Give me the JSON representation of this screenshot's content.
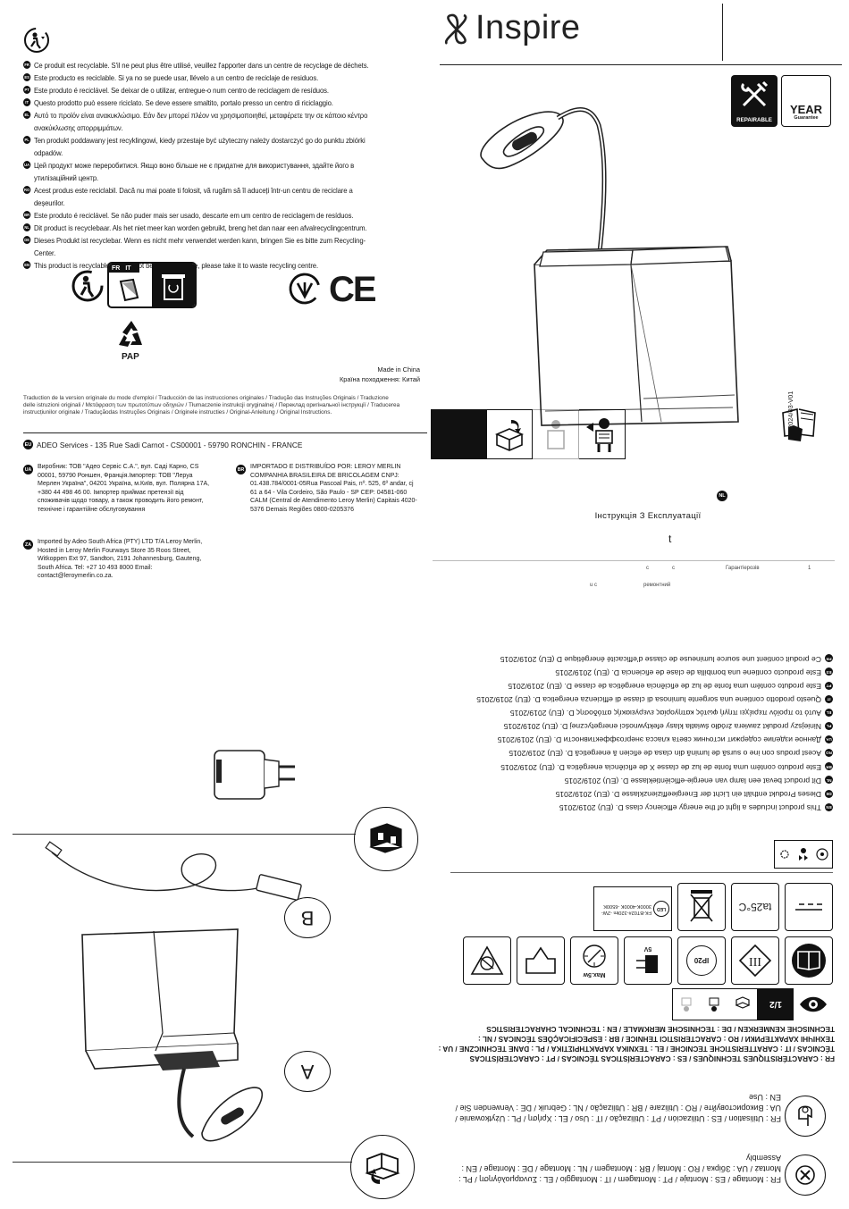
{
  "brand": {
    "name": "Inspire",
    "doc_code": "2024/03-V01"
  },
  "recycling_statements": [
    {
      "code": "FR",
      "text": "Ce produit est recyclable. S'il ne peut plus être utilisé, veuillez l'apporter dans un centre de recyclage de déchets."
    },
    {
      "code": "ES",
      "text": "Este producto es reciclable. Si ya no se puede usar, llévelo a un centro de reciclaje de residuos."
    },
    {
      "code": "PT",
      "text": "Este produto é reciclável. Se deixar de o utilizar, entregue-o num centro de reciclagem de resíduos."
    },
    {
      "code": "IT",
      "text": "Questo prodotto può essere riciclato. Se deve essere smaltito, portalo presso un centro di riciclaggio."
    },
    {
      "code": "EL",
      "text": "Αυτό το προϊόν είναι ανακυκλώσιμο. Εάν δεν μπορεί πλέον να χρησιμοποιηθεί, μεταφέρετε την σε κάποιο κέντρο ανακύκλωσης απορριμμάτων."
    },
    {
      "code": "PL",
      "text": "Ten produkt poddawany jest recyklingowi, kiedy przestaje być użyteczny należy dostarczyć go do punktu zbiórki odpadów."
    },
    {
      "code": "UA",
      "text": "Цей продукт може переробитися. Якщо воно більше не є придатне для використування, здайте його в утилізаційний центр."
    },
    {
      "code": "RO",
      "text": "Acest produs este reciclabil. Dacă nu mai poate ti folosit, vă rugăm să îl aduceți într-un centru de reciclare a deșeurilor."
    },
    {
      "code": "BR",
      "text": "Este produto é reciclável. Se não puder mais ser usado, descarte em um centro de reciclagem de resíduos."
    },
    {
      "code": "NL",
      "text": "Dit product is recyclebaar. Als het niet meer kan worden gebruikt, breng het dan naar een afvalrecyclingcentrum."
    },
    {
      "code": "DE",
      "text": "Dieses Produkt ist recyclebar. Wenn es nicht mehr verwendet werden kann, bringen Sie es bitte zum Recycling-Center."
    },
    {
      "code": "EN",
      "text": "This product is recyclable. If it cannot be used anymore, please take it to waste recycling centre."
    }
  ],
  "marks": {
    "triman_tab": "FR",
    "triman_tab2": "IT",
    "pap": "PAP",
    "ce": "CE"
  },
  "origin": {
    "made_in": "Made in China",
    "made_in_ua": "Країна походження: Китай"
  },
  "translation_note": "Traduction de la version originale du mode d'emploi / Traducción de las instrucciones originales / Tradução das Instruções Originais / Traduzione delle istruzioni originali / Μετάφραση των πρωτοτύπων οδηγιών / Tłumaczenie instrukcji oryginalnej / Переклад оригінальної інструкції / Traducerea instrucțiunilor originale / Traduçãodas Instruções Originais / Originele instructies / Original-Anleitung / Original Instructions.",
  "manufacturer": {
    "code": "EU",
    "text": "ADEO Services - 135 Rue Sadi Carnot - CS00001 - 59790  RONCHIN - FRANCE"
  },
  "importers": {
    "ua": {
      "code": "UA",
      "text": "Виробник: ТОВ \"Адео Сервіс С.А.\", вул. Саді Карно, CS 00001, 59790 Роншен, Франція.Імпортер: ТОВ \"Леруа Мерлен Україна\", 04201 Україна, м.Київ, вул. Полярна 17А, +380 44 498 46 00. Імпортер приймає претензії від споживачів щодо товару, а також проводить його ремонт, технічне і гарантійне обслуговування"
    },
    "br": {
      "code": "BR",
      "text": "IMPORTADO E DISTRIBUÍDO POR: LEROY MERLIN COMPANHIA BRASILEIRA DE BRICOLAGEM CNPJ: 01.438.784/0001-05Rua Pascoal Pais, nº. 525, 6º andar, cj 61 a 64 - Vila Cordeiro, São Paulo - SP CEP: 04581-060 CALM (Central de Atendimento Leroy Merlin) Capitais 4020-5376 Demais Regiões 0800-0205376"
    },
    "za": {
      "code": "ZA",
      "text": "Imported by Adeo South Africa (PTY) LTD T/A Leroy Merlin, Hosted in Leroy Merlin Fourways Store 35 Roos Street, Witkoppen Ext 97, Sandton, 2191 Johannesburg, Gauteng, South Africa. Tel: +27 10 493 8000  Email: contact@leroymerlin.co.za."
    }
  },
  "badges": {
    "repairable": "REPAIRABLE",
    "year": "YEAR",
    "guarantee": "Guarantee"
  },
  "cover_text": {
    "nl": "NL",
    "ua_title": "Інструкція З Експлуатації",
    "t": "t",
    "guarantee_ua": "Гарантіерозів",
    "c1": "с",
    "c2": "с",
    "one": "1",
    "uc": "u  c",
    "repair_ua": "ремонтний"
  },
  "energy_statements": [
    {
      "code": "EN",
      "text": "This product includes a light of the energy efficiency class D. (EU) 2019/2015"
    },
    {
      "code": "DE",
      "text": "Dieses Produkt enthält ein Licht der Energieeffizienzklasse D. (EU) 2019/2015"
    },
    {
      "code": "NL",
      "text": "Dit product bevat een lamp van energie-efficiëntieklasse D. (EU) 2019/2015"
    },
    {
      "code": "BR",
      "text": "Este produto contém uma fonte de luz de classe X de eficiência energética D. (EU) 2019/2015"
    },
    {
      "code": "RO",
      "text": "Acest produs con  ine o sursă de lumină din clasa de eficien  ă energetică D. (EU) 2019/2015"
    },
    {
      "code": "UA",
      "text": "Данное изделие содержит источник света класса энергоэффективности D. (EU) 2019/2015"
    },
    {
      "code": "PL",
      "text": "Niniejszy produkt zawiera źródło światła klasy efektywności energetycznej D. (EU) 2019/2015"
    },
    {
      "code": "EL",
      "text": "Αυτό το προϊόν περιέχει πηγή φωτός κατηγορίας ενεργειακής απόδοσης D. (EU) 2019/2015"
    },
    {
      "code": "IT",
      "text": "Questo prodotto contiene una sorgente luminosa di classe di efficienza energetica D. (EU) 2019/2015"
    },
    {
      "code": "PT",
      "text": "Este produto contém uma fonte de luz de eficiência energética de classe D. (EU) 2019/2015"
    },
    {
      "code": "ES",
      "text": "Este producto contiene una bombilla de clase de eficiencia D. (EU) 2019/2015"
    },
    {
      "code": "FR",
      "text": "Ce produit contient une source lumineuse de classe d'efficacité énergétique D (EU) 2019/2015"
    }
  ],
  "parts": {
    "a": "A",
    "b": "B"
  },
  "spec_icons": {
    "max": "Max.5w",
    "volt": "5V",
    "ip": "IP20",
    "class": "III",
    "ta": "ta25°C",
    "led": "LED",
    "led_spec": "FK-BT02#-320lm -2W-3000K-4000K -6500K",
    "page": "1/2"
  },
  "characteristics": "FR : CARACTÉRISTIQUES TECHNIQUES / ES : CARACTERÍSTICAS TÉCNICAS / PT : CARACTERÍSTICAS TÉCNICAS / IT : CARATTERISTICHE TECNICHE / EL : ΤΕΧΝΙΚΑ ΧΑΡΑΚΤΗΡΙΣΤΙΚΑ / PL : DANE TECHNICZNE / UA : ТЕХНІЧНІ ХАРАКТЕРИКИ / RO : CARACTERISTICI TEHNICE / BR : ESPECIFICAÇÕES TÉCNICAS / NL : TECHNISCHE KENMERKEN / DE : TECHNISCHE MERKMALE / EN : TECHNICAL CHARACTERISTICS",
  "use": "FR : Utilisation / ES : Utilización / PT : Utilização / IT : Uso / EL : Χρήση / PL : Użytkowanie / UA : Використовуйте / RO : Utilizare / BR : Utilização / NL : Gebruik / DE : Verwenden Sie / EN : Use",
  "assembly": "FR : Montage / ES : Montaje / PT : Montagem / IT : Montaggio / EL : Συναρμολόγηση / PL : Montaż / UA : Збірка / RO : Montaj / BR : Montagem / NL : Montage / DE : Montage / EN : Assembly"
}
